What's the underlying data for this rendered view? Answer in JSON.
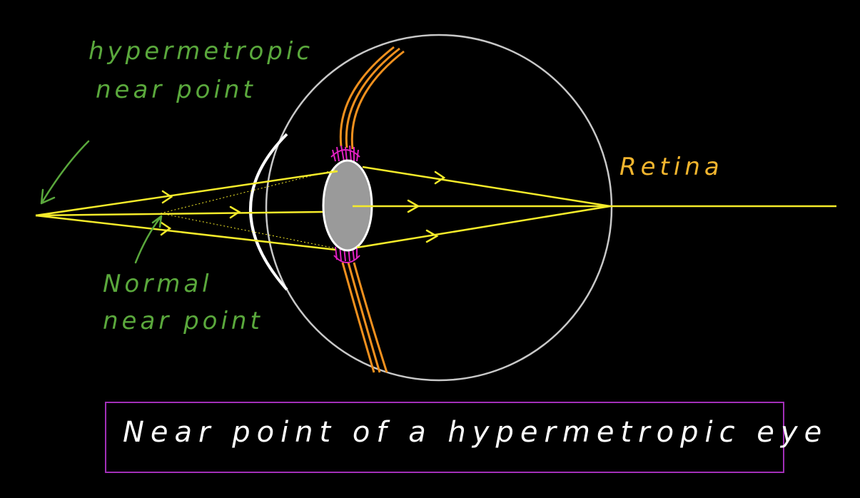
{
  "labels": {
    "hyper_line1": "hypermetropic",
    "hyper_line2": "near point",
    "normal_line1": "Normal",
    "normal_line2": "near point",
    "retina": "Retina"
  },
  "caption": "Near point of a hypermetropic eye",
  "colors": {
    "background": "#000000",
    "eyeball": "#c8c8c8",
    "rays": "#f5eb2a",
    "ciliary_muscle": "#f0901e",
    "suspensory": "#e020c0",
    "lens_fill": "#9a9a9a",
    "cornea": "#ffffff",
    "label_green": "#5aa83c",
    "retina_label": "#f2b52e",
    "caption_border": "#a22fb8"
  }
}
